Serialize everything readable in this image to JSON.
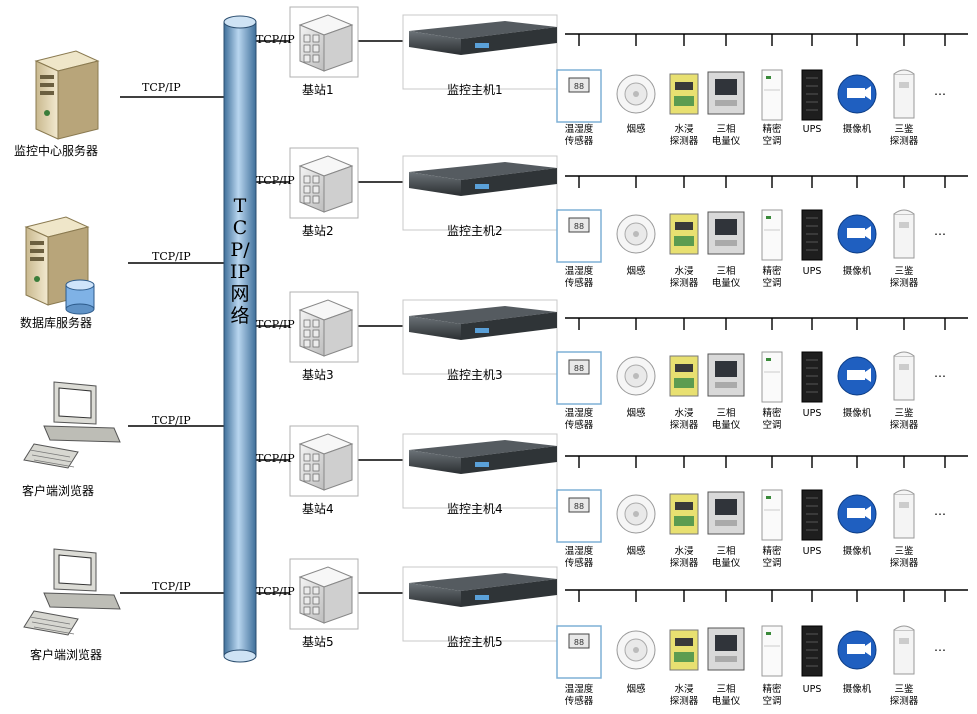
{
  "network_label": "TCP/IP网络",
  "protocol_label": "TCP/IP",
  "clients": [
    {
      "label": "监控中心服务器",
      "icon": "server-icon"
    },
    {
      "label": "数据库服务器",
      "icon": "database-server-icon"
    },
    {
      "label": "客户端浏览器",
      "icon": "desktop-computer-icon"
    },
    {
      "label": "客户端浏览器",
      "icon": "desktop-computer-icon"
    }
  ],
  "stations": [
    {
      "station": "基站1",
      "host": "监控主机1"
    },
    {
      "station": "基站2",
      "host": "监控主机2"
    },
    {
      "station": "基站3",
      "host": "监控主机3"
    },
    {
      "station": "基站4",
      "host": "监控主机4"
    },
    {
      "station": "基站5",
      "host": "监控主机5"
    }
  ],
  "devices": [
    {
      "label": "温湿度\n传感器",
      "icon": "thermo-hygrometer-icon"
    },
    {
      "label": "烟感",
      "icon": "smoke-detector-icon"
    },
    {
      "label": "水浸\n探测器",
      "icon": "water-leak-detector-icon"
    },
    {
      "label": "三相\n电量仪",
      "icon": "power-meter-icon"
    },
    {
      "label": "精密\n空调",
      "icon": "precision-ac-icon"
    },
    {
      "label": "UPS",
      "icon": "ups-icon"
    },
    {
      "label": "摄像机",
      "icon": "camera-icon"
    },
    {
      "label": "三鉴\n探测器",
      "icon": "triple-detector-icon"
    }
  ],
  "more_label": "…",
  "colors": {
    "pipe": "#8fb6d8",
    "pipe_dark": "#3f6f9a",
    "line": "#000000"
  }
}
